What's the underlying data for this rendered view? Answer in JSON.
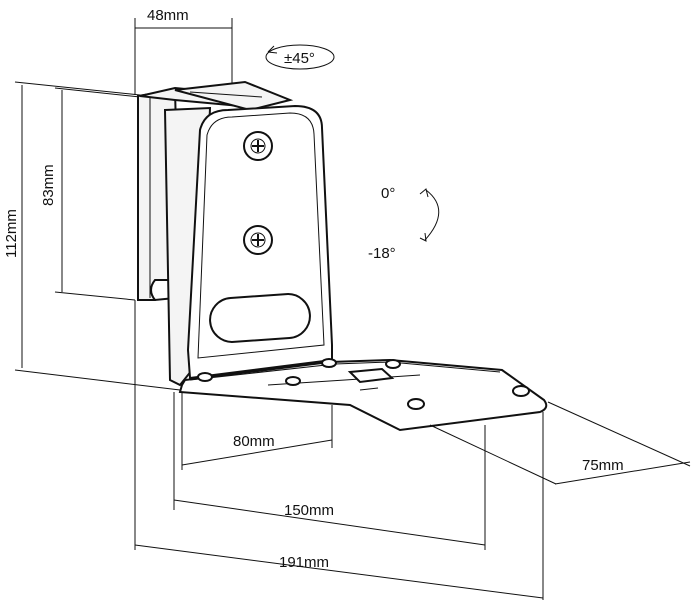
{
  "dimensions": {
    "top_width": "48mm",
    "total_height": "112mm",
    "plate_height": "83mm",
    "rotation": "±45°",
    "tilt_top": "0°",
    "tilt_bottom": "-18°",
    "front_offset": "80mm",
    "mid_depth": "150mm",
    "total_depth": "191mm",
    "plate_width": "75mm"
  },
  "colors": {
    "line": "#111111",
    "background": "#ffffff"
  }
}
